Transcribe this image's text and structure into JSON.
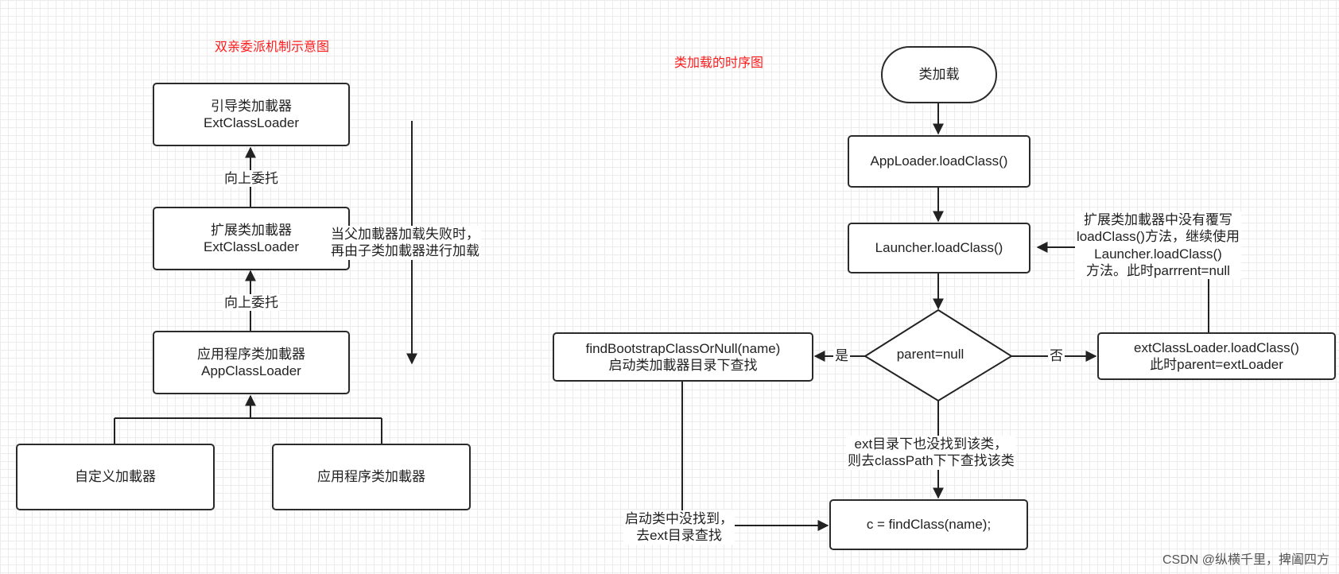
{
  "left_diagram": {
    "title": "双亲委派机制示意图",
    "bootstrap": {
      "line1": "引导类加載器",
      "line2": "ExtClassLoader"
    },
    "extension": {
      "line1": "扩展类加載器",
      "line2": "ExtClassLoader"
    },
    "application": {
      "line1": "应用程序类加載器",
      "line2": "AppClassLoader"
    },
    "custom_loader": "自定义加載器",
    "app_loader_child": "应用程序类加載器",
    "delegate_up_1": "向上委托",
    "delegate_up_2": "向上委托",
    "fallback_note": {
      "line1": "当父加載器加载失败时，",
      "line2": "再由子类加載器进行加载"
    }
  },
  "right_diagram": {
    "title": "类加载的时序图",
    "start": "类加载",
    "app_loader_load": "AppLoader.loadClass()",
    "launcher_load": "Launcher.loadClass()",
    "decision": "parent=null",
    "yes_label": "是",
    "no_label": "否",
    "find_bootstrap": {
      "line1": "findBootstrapClassOrNull(name)",
      "line2": "启动类加載器目录下查找"
    },
    "ext_load": {
      "line1": "extClassLoader.loadClass()",
      "line2": "此时parent=extLoader"
    },
    "ext_note": {
      "line1": "扩展类加載器中没有覆写",
      "line2": "loadClass()方法，继续使用",
      "line3": "Launcher.loadClass()",
      "line4": "方法。此时parrrent=null"
    },
    "ext_not_found": {
      "line1": "ext目录下也没找到该类，",
      "line2": "则去classPath下下查找该类"
    },
    "bootstrap_not_found": {
      "line1": "启动类中没找到，",
      "line2": "去ext目录查找"
    },
    "find_class": "c = findClass(name);"
  },
  "watermark": "CSDN @纵横千里，捭阖四方"
}
